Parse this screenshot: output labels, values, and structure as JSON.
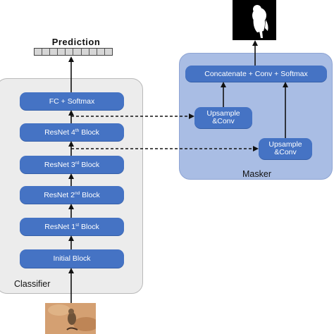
{
  "prediction": {
    "title": "Prediction",
    "cells": 10
  },
  "classifier": {
    "label": "Classifier",
    "blocks": [
      {
        "id": "fc",
        "text": "FC + Softmax"
      },
      {
        "id": "r4",
        "pre": "ResNet 4",
        "sup": "th",
        "post": " Block"
      },
      {
        "id": "r3",
        "pre": "ResNet 3",
        "sup": "rd",
        "post": " Block"
      },
      {
        "id": "r2",
        "pre": "ResNet 2",
        "sup": "nd",
        "post": " Block"
      },
      {
        "id": "r1",
        "pre": "ResNet 1",
        "sup": "st",
        "post": " Block"
      },
      {
        "id": "init",
        "text": "Initial Block"
      }
    ]
  },
  "masker": {
    "label": "Masker",
    "concat": "Concatenate + Conv + Softmax",
    "upsample1": "Upsample\n&Conv",
    "upsample2": "Upsample\n&Conv"
  },
  "colors": {
    "block": "#4573c4",
    "classifier_panel": "#ececec",
    "masker_panel": "#a9bde4",
    "arrow": "#111111"
  },
  "icons": {
    "mask_output": "bird-silhouette-mask",
    "input_image": "bird-photo"
  }
}
